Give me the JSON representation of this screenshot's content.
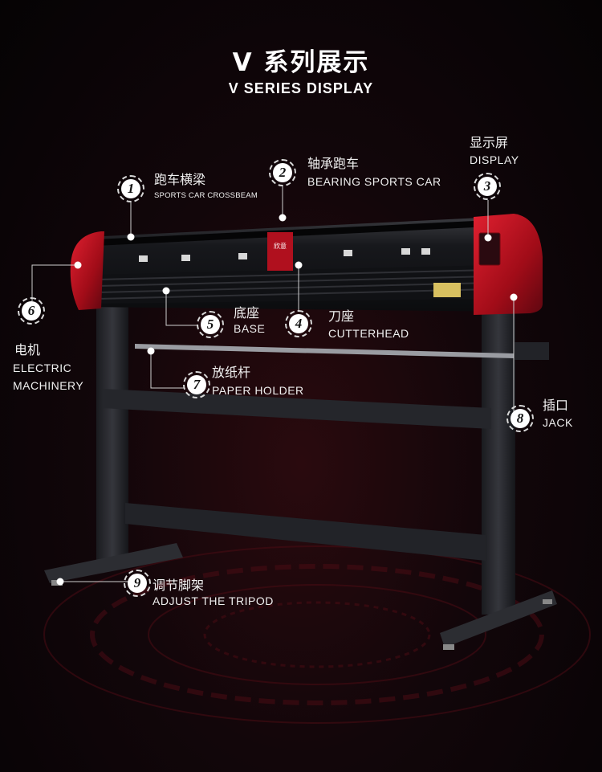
{
  "header": {
    "title_cn": "V 系列展示",
    "title_en": "V SERIES DISPLAY"
  },
  "machine": {
    "logo_text": "欣意"
  },
  "callouts": [
    {
      "number": "1",
      "cn": "跑车横梁",
      "en": "SPORTS CAR CROSSBEAM"
    },
    {
      "number": "2",
      "cn": "轴承跑车",
      "en": "BEARING SPORTS CAR"
    },
    {
      "number": "3",
      "cn": "显示屏",
      "en": "DISPLAY"
    },
    {
      "number": "4",
      "cn": "刀座",
      "en": "CUTTERHEAD"
    },
    {
      "number": "5",
      "cn": "底座",
      "en": "BASE"
    },
    {
      "number": "6",
      "cn": "电机",
      "en_line1": "ELECTRIC",
      "en_line2": "MACHINERY"
    },
    {
      "number": "7",
      "cn": "放纸杆",
      "en": "PAPER HOLDER"
    },
    {
      "number": "8",
      "cn": "插口",
      "en": "JACK"
    },
    {
      "number": "9",
      "cn": "调节脚架",
      "en": "ADJUST THE TRIPOD"
    }
  ],
  "colors": {
    "accent_red": "#b0101e",
    "frame": "#2a2b30",
    "background": "#0c0507"
  }
}
